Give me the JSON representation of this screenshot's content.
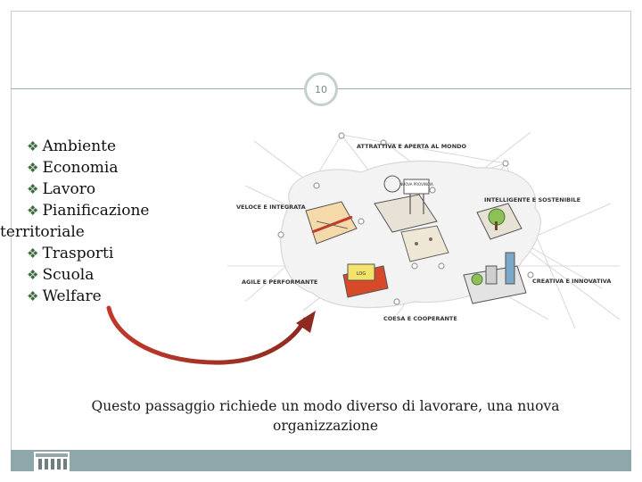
{
  "slide": {
    "page_number": "10",
    "bullets": [
      "Ambiente",
      "Economia",
      "Lavoro",
      "Pianificazione",
      "territoriale",
      "Trasporti",
      "Scuola",
      "Welfare"
    ],
    "caption_line1": "Questo passaggio richiede un modo diverso di lavorare, una nuova",
    "caption_line2": "organizzazione"
  },
  "diagram": {
    "labels": {
      "top": "ATTRATTIVA E APERTA AL MONDO",
      "left_top": "VELOCE E INTEGRATA",
      "right_top": "INTELLIGENTE E SOSTENIBILE",
      "left_bottom": "AGILE E PERFORMANTE",
      "right_bottom": "CREATIVA E INNOVATIVA",
      "bottom": "COESA E COOPERANTE"
    },
    "sign_text": "NUOVA PROVINCIA",
    "laptop_text": "LOG"
  },
  "colors": {
    "frame": "#c7cfcf",
    "footer": "#8ea7aa",
    "arrow": "#a5322b",
    "bullet_icon": "#3f6d3f"
  },
  "icons": {
    "bullet": "diamond-bullet-icon",
    "logo": "footer-logo-icon"
  }
}
